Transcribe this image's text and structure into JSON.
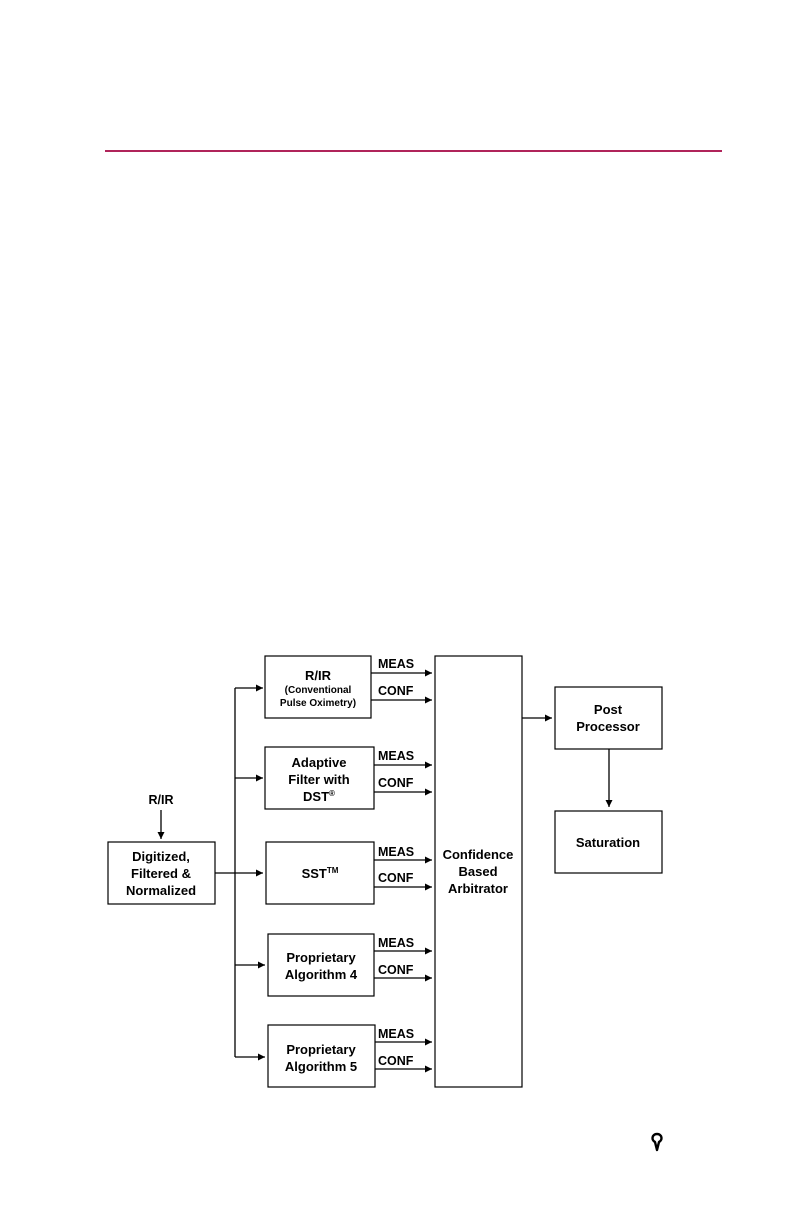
{
  "colors": {
    "rule": "#b0245a",
    "ink": "#000000"
  },
  "diagram": {
    "input_label": "R/IR",
    "preprocess": [
      "Digitized,",
      "Filtered &",
      "Normalized"
    ],
    "algorithms": [
      {
        "lines": [
          "R/IR"
        ],
        "sublines": [
          "(Conventional",
          "Pulse Oximetry)"
        ]
      },
      {
        "lines": [
          "Adaptive",
          "Filter with",
          "DST"
        ],
        "superscript": "®"
      },
      {
        "lines": [
          "SST"
        ],
        "superscript": "TM"
      },
      {
        "lines": [
          "Proprietary",
          "Algorithm 4"
        ]
      },
      {
        "lines": [
          "Proprietary",
          "Algorithm 5"
        ]
      }
    ],
    "outputs": {
      "meas": "MEAS",
      "conf": "CONF"
    },
    "arbitrator": [
      "Confidence",
      "Based",
      "Arbitrator"
    ],
    "post_processor": [
      "Post",
      "Processor"
    ],
    "saturation": "Saturation"
  },
  "footer": {
    "logo_icon": "nellcor-logo-icon"
  }
}
